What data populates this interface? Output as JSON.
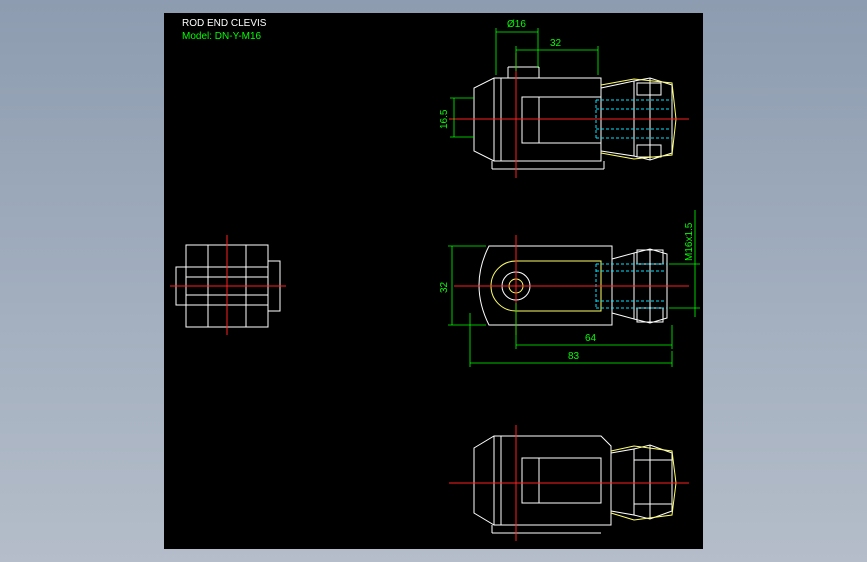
{
  "title_block": {
    "title": "ROD END CLEVIS",
    "model": "Model: DN-Y-M16"
  },
  "dimensions": {
    "pin_diameter": "Ø16",
    "top_32": "32",
    "height_16_5": "16.5",
    "side_32": "32",
    "length_64": "64",
    "length_83": "83",
    "thread": "M16x1.5"
  },
  "colors": {
    "outline": "#ffffff",
    "center_line": "#ff2020",
    "dimension": "#00ff00",
    "hidden": "#00e5ff",
    "highlight": "#ffff66",
    "sheet_bg": "#000000"
  }
}
